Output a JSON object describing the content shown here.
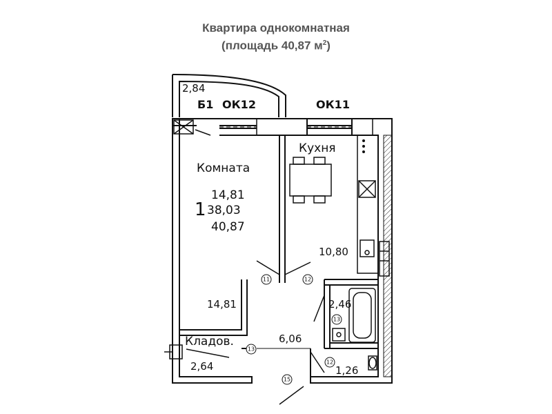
{
  "title": {
    "line1": "Квартира однокомнатная",
    "line2_prefix": "(площадь 40,87 м",
    "line2_sup": "2",
    "line2_suffix": ")"
  },
  "windows": {
    "balcony_label": "Б1",
    "window_left": "ОК12",
    "window_right": "ОК11"
  },
  "rooms": {
    "balcony_area": "2,84",
    "room_name": "Комната",
    "apt_number": "1",
    "living_area": "14,81",
    "total_area_no_balcony": "38,03",
    "total_area": "40,87",
    "room_area": "14,81",
    "kitchen_name": "Кухня",
    "kitchen_area": "10,80",
    "bathroom_area": "2,46",
    "hallway_area": "6,06",
    "storage_name": "Кладов.",
    "storage_area": "2,64",
    "wc_area": "1,26"
  },
  "door_markers": [
    "11",
    "12",
    "13",
    "13",
    "12",
    "15"
  ]
}
